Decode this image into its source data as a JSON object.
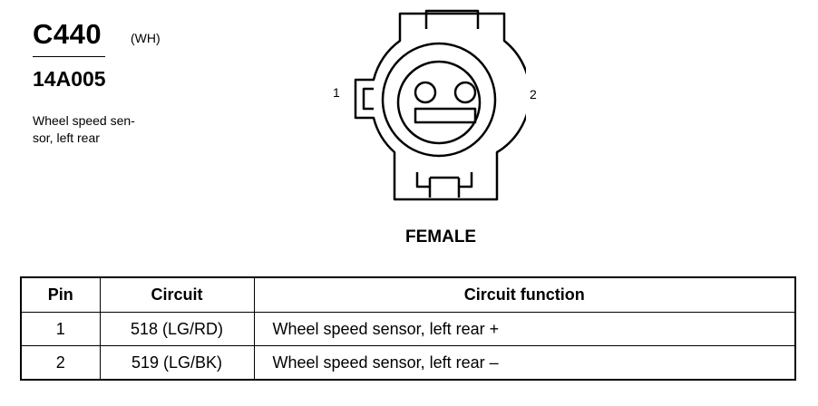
{
  "connector": {
    "id": "C440",
    "color_code": "(WH)",
    "part_number": "14A005",
    "description_lines": [
      "Wheel speed sen-",
      "sor, left rear"
    ]
  },
  "diagram": {
    "pin_labels": [
      "1",
      "2"
    ],
    "gender": "FEMALE"
  },
  "table": {
    "headers": [
      "Pin",
      "Circuit",
      "Circuit function"
    ],
    "rows": [
      {
        "pin": "1",
        "circuit": "518 (LG/RD)",
        "function": "Wheel speed sensor, left rear +"
      },
      {
        "pin": "2",
        "circuit": "519 (LG/BK)",
        "function": "Wheel speed sensor, left rear –"
      }
    ]
  }
}
